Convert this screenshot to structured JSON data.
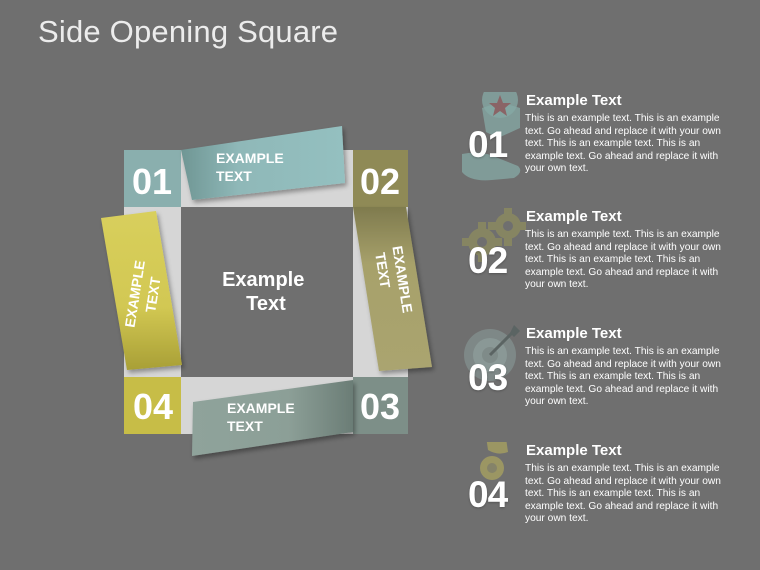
{
  "title": "Side Opening Square",
  "diagram": {
    "center_text": [
      "Example",
      "Text"
    ],
    "sides": [
      {
        "number": "01",
        "label": [
          "EXAMPLE",
          "TEXT"
        ],
        "color": "#8fb8b8"
      },
      {
        "number": "02",
        "label": [
          "EXAMPLE",
          "TEXT"
        ],
        "color": "#a7a16b"
      },
      {
        "number": "03",
        "label": [
          "EXAMPLE",
          "TEXT"
        ],
        "color": "#8c9f97"
      },
      {
        "number": "04",
        "label": [
          "EXAMPLE",
          "TEXT"
        ],
        "color": "#d2c853"
      }
    ]
  },
  "items": [
    {
      "number": "01",
      "heading": "Example Text",
      "icon": "person-star-icon",
      "color": "#86a9a6",
      "body": "This is an example text. This is an example text. Go ahead and replace it with your own text. This is an example text. This is an example text. Go ahead and replace it with your own text."
    },
    {
      "number": "02",
      "heading": "Example Text",
      "icon": "gears-icon",
      "color": "#8b8a60",
      "body": "This is an example text. This is an example text. Go ahead and replace it with your own text. This is an example text. This is an example text. Go ahead and replace it with your own text."
    },
    {
      "number": "03",
      "heading": "Example Text",
      "icon": "target-arrow-icon",
      "color": "#7f8b89",
      "body": "This is an example text. This is an example text. Go ahead and replace it with your own text. This is an example text. This is an example text. Go ahead and replace it with your own text."
    },
    {
      "number": "04",
      "heading": "Example Text",
      "icon": "hand-coin-icon",
      "color": "#a39d62",
      "body": "This is an example text. This is an example text. Go ahead and replace it with your own text. This is an example text. This is an example text. Go ahead and replace it with your own text."
    }
  ]
}
